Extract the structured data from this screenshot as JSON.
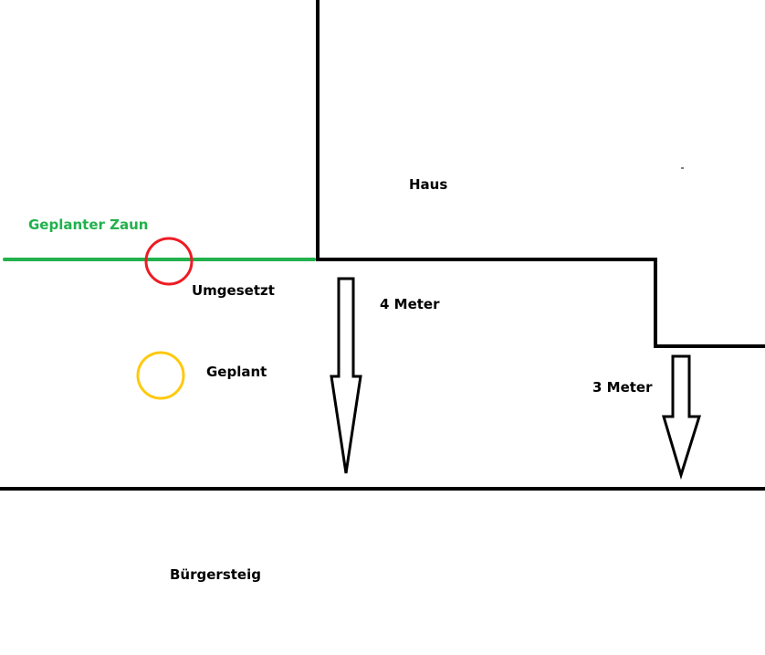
{
  "labels": {
    "house": "Haus",
    "fence": "Geplanter Zaun",
    "implemented": "Umgesetzt",
    "planned": "Geplant",
    "distance_house": "4 Meter",
    "distance_step": "3 Meter",
    "sidewalk": "Bürgersteig"
  },
  "colors": {
    "outline": "#000000",
    "fence": "#22b14c",
    "implemented": "#ed1c24",
    "planned": "#ffc90e",
    "background": "#ffffff"
  }
}
